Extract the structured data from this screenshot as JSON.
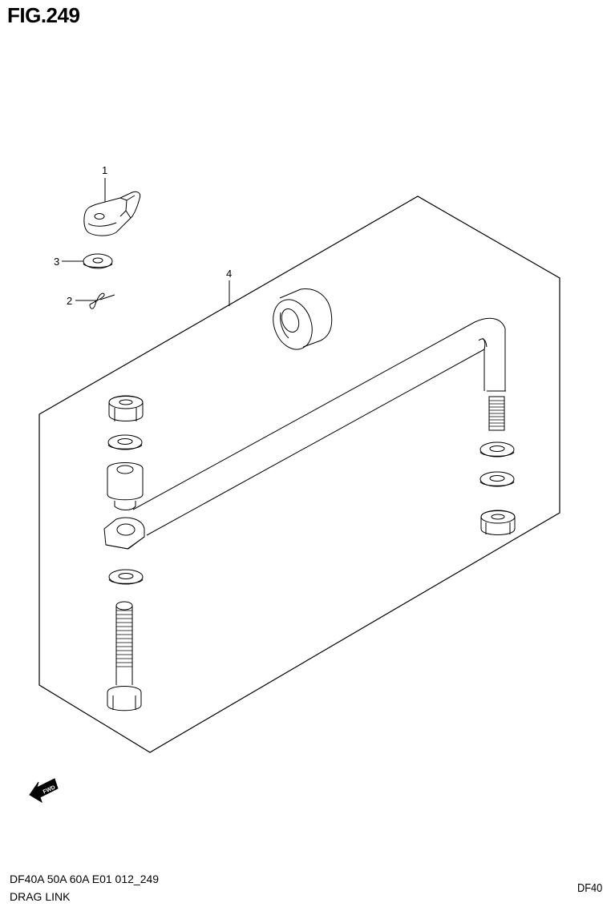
{
  "figure": {
    "title": "FIG.249",
    "model_line": "DF40A 50A 60A E01 012_249",
    "part_name": "DRAG LINK",
    "corner_label": "DF40",
    "fwd_label": "FWD"
  },
  "callouts": [
    {
      "number": "1",
      "part": "drag-link-lever"
    },
    {
      "number": "2",
      "part": "cotter-pin"
    },
    {
      "number": "3",
      "part": "washer"
    },
    {
      "number": "4",
      "part": "drag-link-assembly"
    }
  ],
  "colors": {
    "line": "#000000",
    "background": "#ffffff"
  }
}
